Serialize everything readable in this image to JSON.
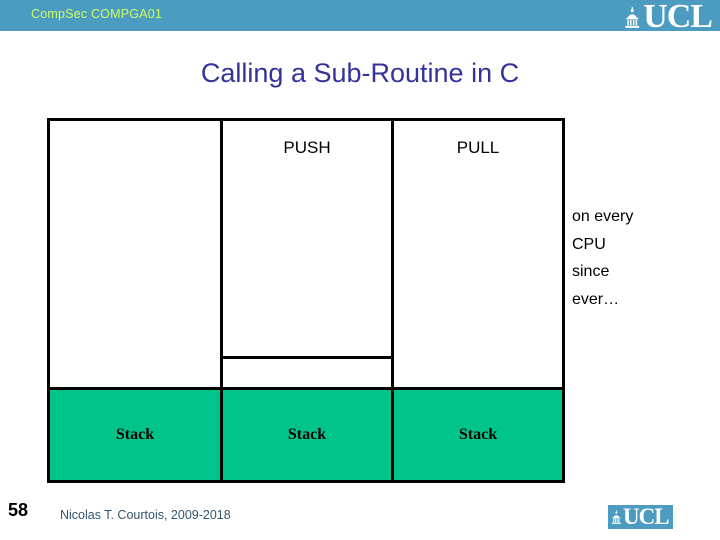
{
  "header": {
    "course_label": "CompSec COMPGA01",
    "logo_text": "UCL",
    "logo_icon": "ucl-dome-icon",
    "band_color": "#4c9bc0",
    "course_label_color": "#ccff66"
  },
  "title": {
    "text": "Calling a Sub-Routine in C",
    "color": "#333399"
  },
  "table": {
    "columns": [
      {
        "header": "",
        "stack_label": "Stack"
      },
      {
        "header": "PUSH",
        "stack_label": "Stack"
      },
      {
        "header": "PULL",
        "stack_label": "Stack"
      }
    ],
    "green_color": "#00c48a",
    "border_color": "#000000"
  },
  "side_note": {
    "lines": [
      "on every",
      "CPU",
      "since",
      "ever…"
    ]
  },
  "footer": {
    "slide_number": "58",
    "credit": "Nicolas T. Courtois, 2009-2018",
    "logo_text": "UCL",
    "logo_icon": "ucl-dome-icon"
  }
}
